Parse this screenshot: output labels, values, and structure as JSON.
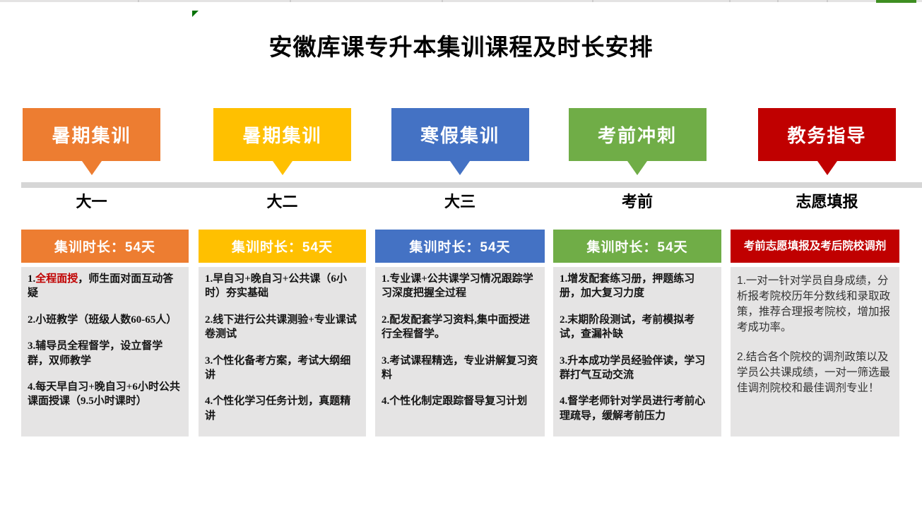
{
  "page": {
    "title": "安徽库课专升本集训课程及时长安排"
  },
  "palette": {
    "orange": "#ED7D31",
    "gold": "#FFC000",
    "blue": "#4472C4",
    "green": "#70AD47",
    "dark_red": "#C00000",
    "content_gray": "#E5E4E4",
    "timeline_gray": "#D6D6D6",
    "accent_green_bar": "#3E8E21",
    "marker_green": "#077207",
    "highlight_red": "#C00000"
  },
  "columns": [
    {
      "color": "#ED7D31",
      "header": "暑期集训",
      "stage": "大一",
      "duration": "集训时长：54天",
      "items": [
        {
          "parts": [
            {
              "text": "1."
            },
            {
              "text": "全程面授",
              "color": "#C00000"
            },
            {
              "text": "，师生面对面互动答疑"
            }
          ]
        },
        {
          "parts": [
            {
              "text": "2.小班教学（班级人数60-65人）"
            }
          ]
        },
        {
          "parts": [
            {
              "text": "3.辅导员全程督学，设立督学群，双师教学"
            }
          ]
        },
        {
          "parts": [
            {
              "text": "4.每天早自习+晚自习+6小时公共课面授课（9.5小时课时）"
            }
          ]
        }
      ]
    },
    {
      "color": "#FFC000",
      "header": "暑期集训",
      "stage": "大二",
      "duration": "集训时长：54天",
      "items": [
        {
          "parts": [
            {
              "text": "1.早自习+晚自习+公共课（6小时）夯实基础"
            }
          ]
        },
        {
          "parts": [
            {
              "text": "2.线下进行公共课测验+专业课试卷测试"
            }
          ]
        },
        {
          "parts": [
            {
              "text": "3.个性化备考方案，考试大纲细讲"
            }
          ]
        },
        {
          "parts": [
            {
              "text": "4.个性化学习任务计划，真题精讲"
            }
          ]
        }
      ]
    },
    {
      "color": "#4472C4",
      "header": "寒假集训",
      "stage": "大三",
      "duration": "集训时长：54天",
      "items": [
        {
          "parts": [
            {
              "text": "1.专业课+公共课学习情况跟踪学习深度把握全过程"
            }
          ]
        },
        {
          "parts": [
            {
              "text": "2.配发配套学习资料,集中面授进行全程督学。"
            }
          ]
        },
        {
          "parts": [
            {
              "text": "3.考试课程精选，专业讲解复习资料"
            }
          ]
        },
        {
          "parts": [
            {
              "text": "4.个性化制定跟踪督导复习计划"
            }
          ]
        }
      ]
    },
    {
      "color": "#70AD47",
      "header": "考前冲刺",
      "stage": "考前",
      "duration": "集训时长：54天",
      "items": [
        {
          "parts": [
            {
              "text": "1.增发配套练习册，押题练习册，加大复习力度"
            }
          ]
        },
        {
          "parts": [
            {
              "text": "2.末期阶段测试，考前模拟考试，查漏补缺"
            }
          ]
        },
        {
          "parts": [
            {
              "text": "3.升本成功学员经验伴读，学习群打气互动交流"
            }
          ]
        },
        {
          "parts": [
            {
              "text": "4.督学老师针对学员进行考前心理疏导，缓解考前压力"
            }
          ]
        }
      ]
    },
    {
      "color": "#C00000",
      "header": "教务指导",
      "stage": "志愿填报",
      "duration": "考前志愿填报及考后院校调剂",
      "items": [
        {
          "parts": [
            {
              "text": "1.一对一针对学员自身成绩，分析报考院校历年分数线和录取政策，推荐合理报考院校，增加报考成功率。"
            }
          ]
        },
        {
          "parts": [
            {
              "text": "2.结合各个院校的调剂政策以及学员公共课成绩，一对一筛选最佳调剂院校和最佳调剂专业！"
            }
          ]
        }
      ]
    }
  ]
}
